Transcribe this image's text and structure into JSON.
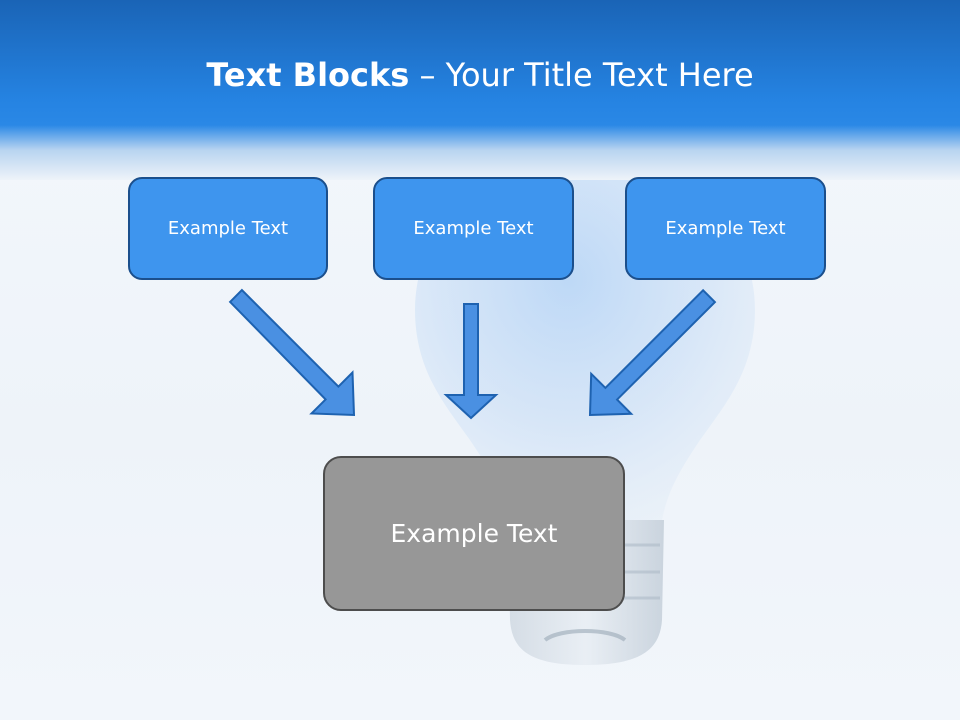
{
  "slide": {
    "title_bold": "Text Blocks",
    "title_dash": " – ",
    "title_rest": "Your Title Text Here"
  },
  "blocks": [
    {
      "label": "Example Text"
    },
    {
      "label": "Example Text"
    },
    {
      "label": "Example Text"
    }
  ],
  "target": {
    "label": "Example Text"
  },
  "colors": {
    "header_blue": "#2583e2",
    "box_blue": "#3e95ee",
    "box_border": "#1b4f8c",
    "target_gray": "#979797",
    "arrow_blue": "#4a90e2"
  }
}
